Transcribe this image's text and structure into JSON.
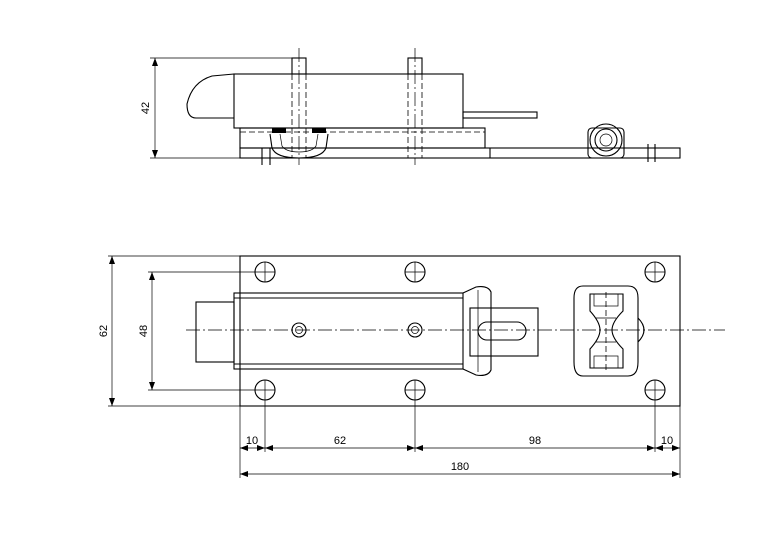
{
  "dimensions": {
    "side_height": "42",
    "overall_height": "62",
    "inner_height": "48",
    "edge_left": "10",
    "hole_spacing": "62",
    "hole_to_hole_right": "98",
    "edge_right": "10",
    "overall_length": "180"
  }
}
